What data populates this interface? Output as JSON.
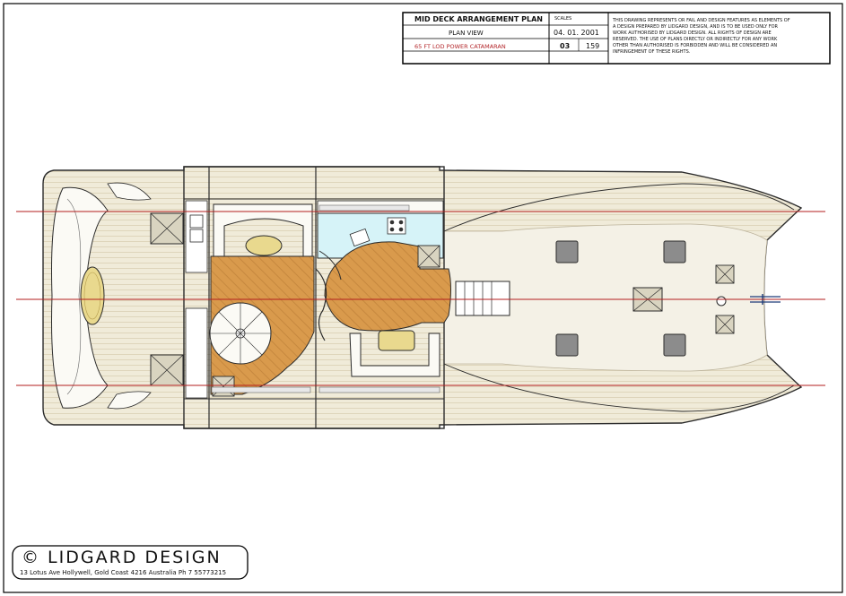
{
  "title_block": {
    "drawing_title": "MID DECK ARRANGEMENT PLAN",
    "scale_label": "SCALES",
    "view_label": "PLAN VIEW",
    "date": "04. 01. 2001",
    "vessel": "65 FT LOD POWER CATAMARAN",
    "sheet_number": "03",
    "drawing_number": "159",
    "copyright_note": [
      "THIS DRAWING REPRESENTS OR FAIL AND DESIGN FEATURES AS ELEMENTS OF",
      "A DESIGN PREPARED BY LIDGARD DESIGN, AND IS TO BE USED ONLY FOR",
      "WORK AUTHORISED BY LIDGARD DESIGN. ALL RIGHTS OF DESIGN ARE",
      "RESERVED. THE USE OF PLANS DIRECTLY OR INDIRECTLY FOR ANY WORK",
      "OTHER THAN AUTHORISED IS FORBIDDEN AND WILL BE CONSIDERED AN",
      "INFRINGEMENT OF THESE RIGHTS."
    ]
  },
  "logo": {
    "title": "© LIDGARD DESIGN",
    "address": "13 Lotus Ave Hollywell, Gold Coast 4216 Australia Ph 7 55773215"
  },
  "colors": {
    "deck": "#f0ebd9",
    "deck_line": "#cfc3a4",
    "timber": "#d99a4c",
    "timber_line": "#b87a34",
    "galley_tile": "#d6f3f8",
    "centerline": "#b31d1d",
    "outline": "#2b2b2b",
    "hatch": "#8c8c8c"
  }
}
